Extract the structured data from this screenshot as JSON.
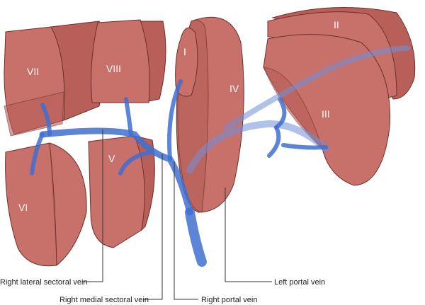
{
  "segments": {
    "s1": "I",
    "s2": "II",
    "s3": "III",
    "s4": "IV",
    "s5": "V",
    "s6": "VI",
    "s7": "VII",
    "s8": "VIII"
  },
  "labels": {
    "right_lateral_sectoral_vein": "Right lateral sectoral vein",
    "right_medial_sectoral_vein": "Right medial sectoral vein",
    "right_portal_vein": "Right portal vein",
    "left_portal_vein": "Left portal vein"
  },
  "colors": {
    "liver": "#c8706a",
    "outline": "#6e2e2a",
    "vein": "#3f6fd0"
  }
}
